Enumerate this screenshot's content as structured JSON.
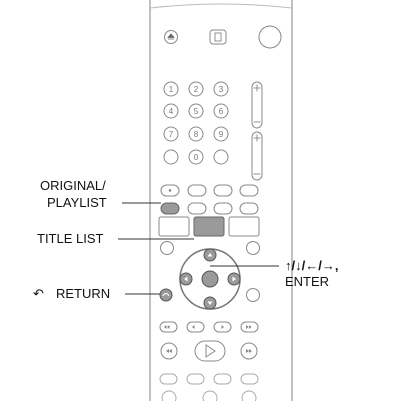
{
  "labels": {
    "original_playlist_line1": "ORIGINAL/",
    "original_playlist_line2": "PLAYLIST",
    "title_list": "TITLE LIST",
    "arrows": "↑/↓/←/→,",
    "enter": "ENTER",
    "return_symbol": "↶",
    "return": "RETURN"
  },
  "buttons": {
    "numeric": [
      "1",
      "2",
      "3",
      "4",
      "5",
      "6",
      "7",
      "8",
      "9",
      "0"
    ]
  },
  "icons": [
    "eject-icon",
    "power-icon",
    "play-icon",
    "return-icon",
    "up-arrow-icon",
    "down-arrow-icon",
    "left-arrow-icon",
    "right-arrow-icon"
  ],
  "colors": {
    "body_fill": "#ffffff",
    "outline": "#888888",
    "highlight_fill": "#9a9a9a",
    "text": "#111111"
  }
}
